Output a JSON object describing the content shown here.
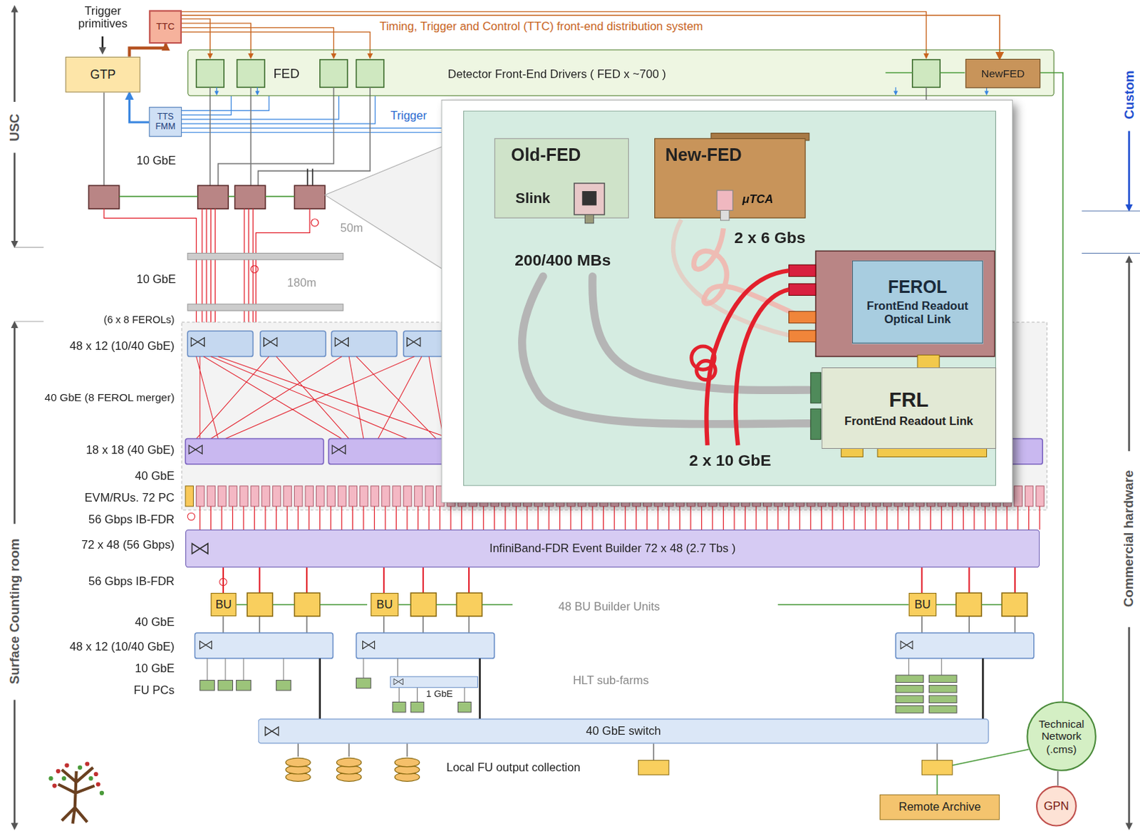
{
  "diagram": {
    "nodes": [
      {
        "text": [
          "TTC"
        ]
      },
      {
        "text": [
          "GTP"
        ]
      },
      {
        "text": [
          "FED",
          "Detector Front-End Drivers ( FED x ~700 )"
        ]
      },
      {
        "text": [
          "NewFED"
        ],
        "in": 2
      },
      {
        "text": [
          "TTS FMM"
        ]
      },
      {
        "text": [
          "200/400 MBs",
          "2 x 6 Gbs",
          "2 x 10 GbE"
        ]
      },
      {
        "text": [
          "Old-FED",
          "Slink"
        ],
        "in": 5
      },
      {
        "text": [
          "New-FED",
          "μTCA"
        ],
        "in": 5
      },
      {
        "text": [
          "FEROL",
          "FrontEnd Readout Optical Link"
        ],
        "in": 5
      },
      {
        "text": [
          "FRL",
          "FrontEnd Readout Link"
        ],
        "in": 5
      },
      {
        "text": [
          "InfiniBand-FDR Event Builder 72 x 48 (2.7 Tbs )"
        ]
      },
      {
        "text": [
          "BU"
        ]
      },
      {
        "text": [
          "BU"
        ]
      },
      {
        "text": [
          "BU"
        ]
      },
      {
        "text": [
          "40 GbE switch"
        ]
      },
      {
        "text": [
          "Technical Network (.cms)"
        ]
      },
      {
        "text": [
          "Remote Archive"
        ]
      },
      {
        "text": [
          "GPN"
        ]
      }
    ],
    "edges": [
      {
        "from": 1,
        "to": 0,
        "arrow": "to"
      },
      {
        "from": 4,
        "to": 1,
        "arrow": "to"
      },
      {
        "from": 0,
        "to": 3,
        "arrow": "to"
      },
      {
        "from": 3,
        "to": 15,
        "arrow": "none"
      },
      {
        "from": 10,
        "to": 11,
        "arrow": "none"
      },
      {
        "from": 10,
        "to": 12,
        "arrow": "none"
      },
      {
        "from": 10,
        "to": 13,
        "arrow": "none"
      },
      {
        "from": 15,
        "to": 17,
        "arrow": "none"
      }
    ],
    "labels": [
      "Trigger primitives",
      "Timing, Trigger and Control (TTC) front-end distribution system",
      "Trigger",
      "USC",
      "10 GbE",
      "50m",
      "10 GbE",
      "180m",
      "(6 x 8 FEROLs)",
      "48 x 12 (10/40 GbE)",
      "40 GbE (8 FEROL merger)",
      "18 x 18 (40 GbE)",
      "40 GbE",
      "EVM/RUs. 72 PC",
      "56 Gbps IB-FDR",
      "72 x 48 (56 Gbps)",
      "56 Gbps IB-FDR",
      "40 GbE",
      "48 x 12 (10/40 GbE)",
      "10 GbE",
      "FU PCs",
      "Surface Counting room",
      "48 BU Builder Units",
      "HLT sub-farms",
      "1 GbE",
      "Local FU output collection",
      "Custom",
      "Commercial hardware"
    ]
  }
}
